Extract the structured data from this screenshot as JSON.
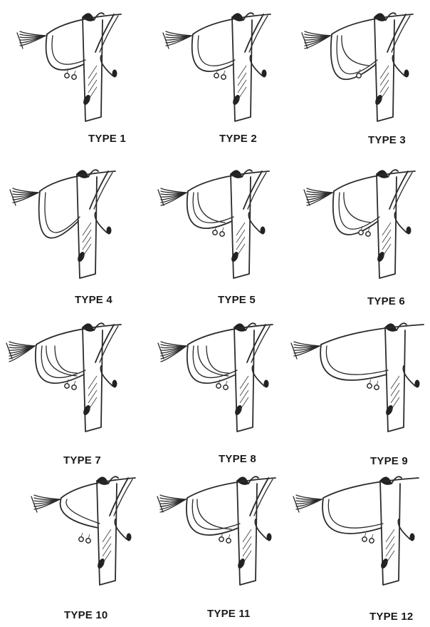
{
  "figure": {
    "panels": [
      {
        "label": "TYPE 1"
      },
      {
        "label": "TYPE 2"
      },
      {
        "label": "TYPE 3"
      },
      {
        "label": "TYPE 4"
      },
      {
        "label": "TYPE 5"
      },
      {
        "label": "TYPE 6"
      },
      {
        "label": "TYPE 7"
      },
      {
        "label": "TYPE 8"
      },
      {
        "label": "TYPE 9"
      },
      {
        "label": "TYPE  10"
      },
      {
        "label": "TYPE 11"
      },
      {
        "label": "TYPE 12"
      }
    ]
  }
}
